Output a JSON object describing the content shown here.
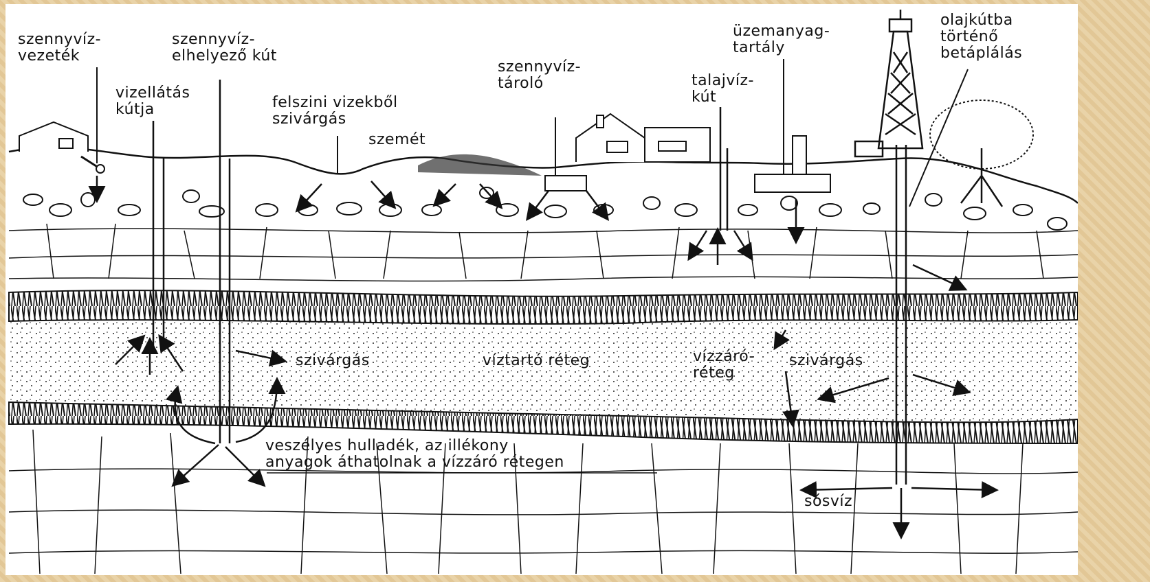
{
  "labels": {
    "sewer_line": "szennyvíz-\nvezeték",
    "sewage_disposal_well": "szennyvíz-\nelhelyező kút",
    "water_supply_well": "vizellátás\nkútja",
    "surface_seepage": "felszini vizekből\nszivárgás",
    "garbage": "szemét",
    "sewage_storage": "szennyvíz-\ntároló",
    "groundwater_well": "talajvíz-\nkút",
    "fuel_tank": "üzemanyag-\ntartály",
    "oil_well_injection": "olajkútba\ntörténő\nbetáplálás",
    "seepage_left": "szivárgás",
    "aquifer": "víztartó réteg",
    "aquitard": "vízzáró-\nréteg",
    "seepage_right": "szivárgás",
    "hazardous_waste": "veszélyes hulladék, az illékony\nanyagok áthatolnak a vízzáró rétegen",
    "brine": "sósvíz"
  },
  "colors": {
    "background_border": "#e7cfa3",
    "diagram_bg": "#ffffff",
    "ink": "#111111"
  }
}
